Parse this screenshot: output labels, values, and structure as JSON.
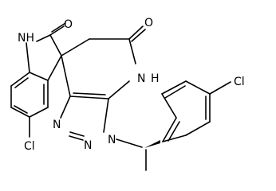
{
  "molecule": {
    "atoms": {
      "nh_lactam": "NH",
      "o_lactam": "O",
      "o_pyridone": "O",
      "nh_pyridone": "H",
      "n_pyridone": "N",
      "cl_indole": "Cl",
      "n_triazole_1": "N",
      "n_triazole_2": "N",
      "n_triazole_3": "N",
      "cl_phenyl": "Cl"
    },
    "colors": {
      "bond": "#000000",
      "label": "#000000",
      "background": "#ffffff"
    }
  }
}
